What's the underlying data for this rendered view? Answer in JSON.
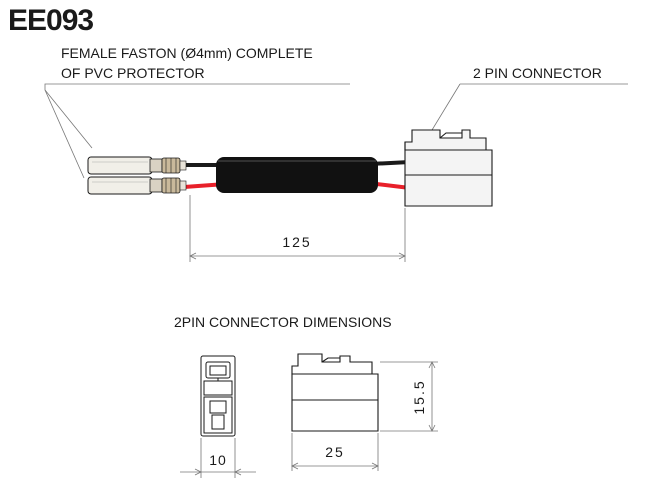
{
  "title": "EE093",
  "labels": {
    "faston_line1": "FEMALE FASTON (Ø4mm) COMPLETE",
    "faston_line2": "OF PVC PROTECTOR",
    "connector": "2 PIN CONNECTOR",
    "dimensions_heading": "2PIN CONNECTOR  DIMENSIONS"
  },
  "dimensions": {
    "cable_length": "125",
    "front_width": "10",
    "side_width": "25",
    "side_height": "15.5"
  },
  "colors": {
    "line": "#1a1a1a",
    "dim_line": "#777777",
    "wire_red": "#e8202a",
    "sleeve": "#111111",
    "connector_fill": "#f4f4f4"
  }
}
